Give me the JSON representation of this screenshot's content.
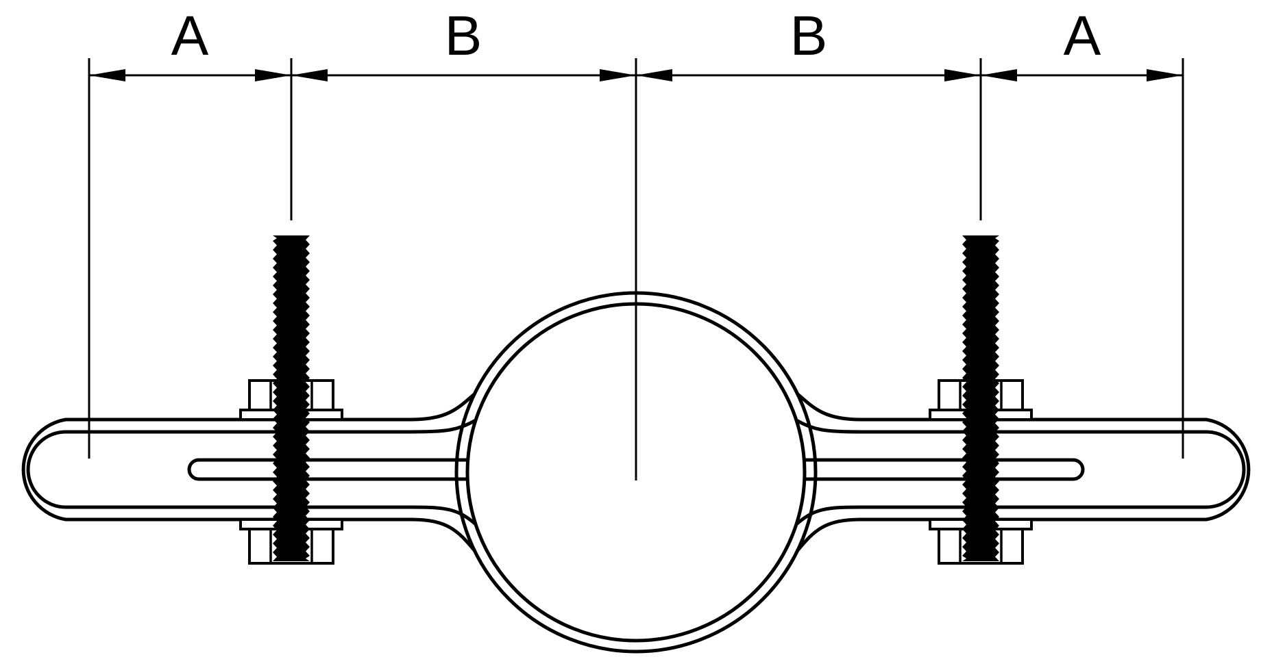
{
  "page": {
    "background_color": "#ffffff",
    "line_color": "#000000"
  },
  "diagram": {
    "type": "technical-dimension-drawing",
    "dimension_labels": [
      {
        "position": "left-outer",
        "label": "A"
      },
      {
        "position": "left-inner",
        "label": "B"
      },
      {
        "position": "right-inner",
        "label": "B"
      },
      {
        "position": "right-outer",
        "label": "A"
      }
    ]
  }
}
